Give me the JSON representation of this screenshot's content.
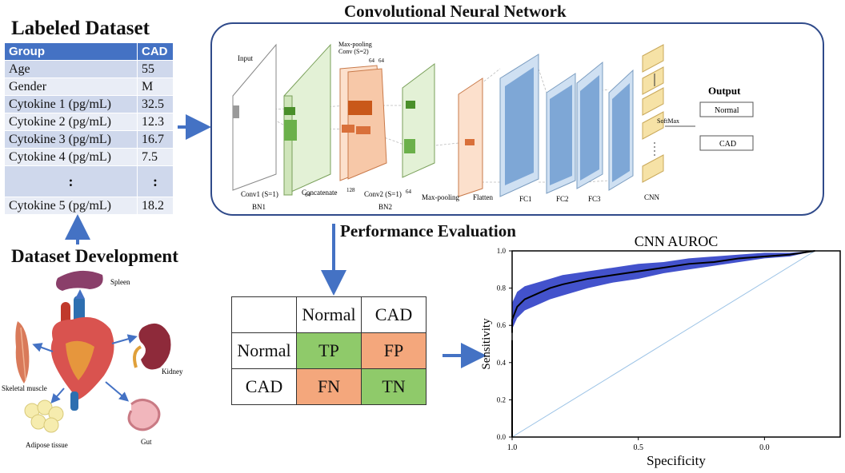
{
  "dataset": {
    "title": "Labeled Dataset",
    "header": [
      "Group",
      "CAD"
    ],
    "rows": [
      [
        "Age",
        "55"
      ],
      [
        "Gender",
        "M"
      ],
      [
        "Cytokine  1 (pg/mL)",
        "32.5"
      ],
      [
        "Cytokine  2 (pg/mL)",
        "12.3"
      ],
      [
        "Cytokine  3 (pg/mL)",
        "16.7"
      ],
      [
        "Cytokine  4 (pg/mL)",
        "7.5"
      ],
      [
        "Cytokine  5 (pg/mL)",
        "18.2"
      ]
    ],
    "ellipsis": ":"
  },
  "development": {
    "title": "Dataset Development",
    "organs": [
      "Spleen",
      "Kidney",
      "Skeletal muscle",
      "Adipose tissue",
      "Gut"
    ]
  },
  "cnn": {
    "title": "Convolutional Neural Network",
    "input_label": "Input",
    "maxpool_note": "Max-pooling\nConv (S=2)",
    "dims": [
      "64",
      "64",
      "64",
      "128",
      "64"
    ],
    "layer_labels": [
      "Conv1 (S=1)",
      "BN1",
      "Concatenate",
      "Conv2 (S=1)",
      "BN2",
      "Max-pooling",
      "Flatten",
      "FC1",
      "FC2",
      "FC3",
      "CNN"
    ],
    "softmax": "SoftMax",
    "output_title": "Output",
    "outputs": [
      "Normal",
      "CAD"
    ]
  },
  "evaluation": {
    "title": "Performance Evaluation",
    "matrix": {
      "col_headers": [
        "Normal",
        "CAD"
      ],
      "row_headers": [
        "Normal",
        "CAD"
      ],
      "cells": [
        [
          "TP",
          "FP"
        ],
        [
          "FN",
          "TN"
        ]
      ]
    }
  },
  "chart_data": {
    "type": "line",
    "title": "CNN AUROC",
    "xlabel": "Specificity",
    "ylabel": "Sensitivity",
    "xlim": [
      1.0,
      -0.3
    ],
    "ylim": [
      0.0,
      1.0
    ],
    "x_ticks": [
      "1.0",
      "0.5",
      "0.0"
    ],
    "x_tick_values": [
      1.0,
      0.5,
      0.0
    ],
    "y_ticks": [
      "0.0",
      "0.2",
      "0.4",
      "0.6",
      "0.8",
      "1.0"
    ],
    "y_tick_values": [
      0.0,
      0.2,
      0.4,
      0.6,
      0.8,
      1.0
    ],
    "x": [
      1.0,
      1.0,
      0.98,
      0.95,
      0.9,
      0.85,
      0.8,
      0.7,
      0.6,
      0.5,
      0.4,
      0.3,
      0.2,
      0.1,
      0.0,
      -0.1,
      -0.2
    ],
    "series": [
      {
        "values": [
          0.56,
          0.63,
          0.7,
          0.74,
          0.77,
          0.8,
          0.82,
          0.85,
          0.87,
          0.89,
          0.91,
          0.93,
          0.94,
          0.96,
          0.97,
          0.98,
          1.0
        ],
        "color": "#000000"
      },
      {
        "values": [
          0.52,
          0.58,
          0.64,
          0.68,
          0.71,
          0.74,
          0.76,
          0.8,
          0.83,
          0.85,
          0.88,
          0.9,
          0.92,
          0.94,
          0.96,
          0.97,
          1.0
        ],
        "color": "#2f3fc7"
      },
      {
        "values": [
          0.62,
          0.72,
          0.78,
          0.81,
          0.83,
          0.85,
          0.87,
          0.89,
          0.91,
          0.93,
          0.94,
          0.96,
          0.97,
          0.98,
          0.99,
          0.99,
          1.0
        ],
        "color": "#2f3fc7"
      }
    ],
    "reference_line": {
      "x": [
        1.0,
        -0.2
      ],
      "y": [
        0.0,
        1.0
      ],
      "color": "#9cc3e6"
    },
    "grid": false
  },
  "colors": {
    "accent_blue": "#4472c4",
    "box_border": "#2f4a8a",
    "green": "#8fca6a",
    "orange": "#f4a77c",
    "band": "#2f3fc7"
  }
}
